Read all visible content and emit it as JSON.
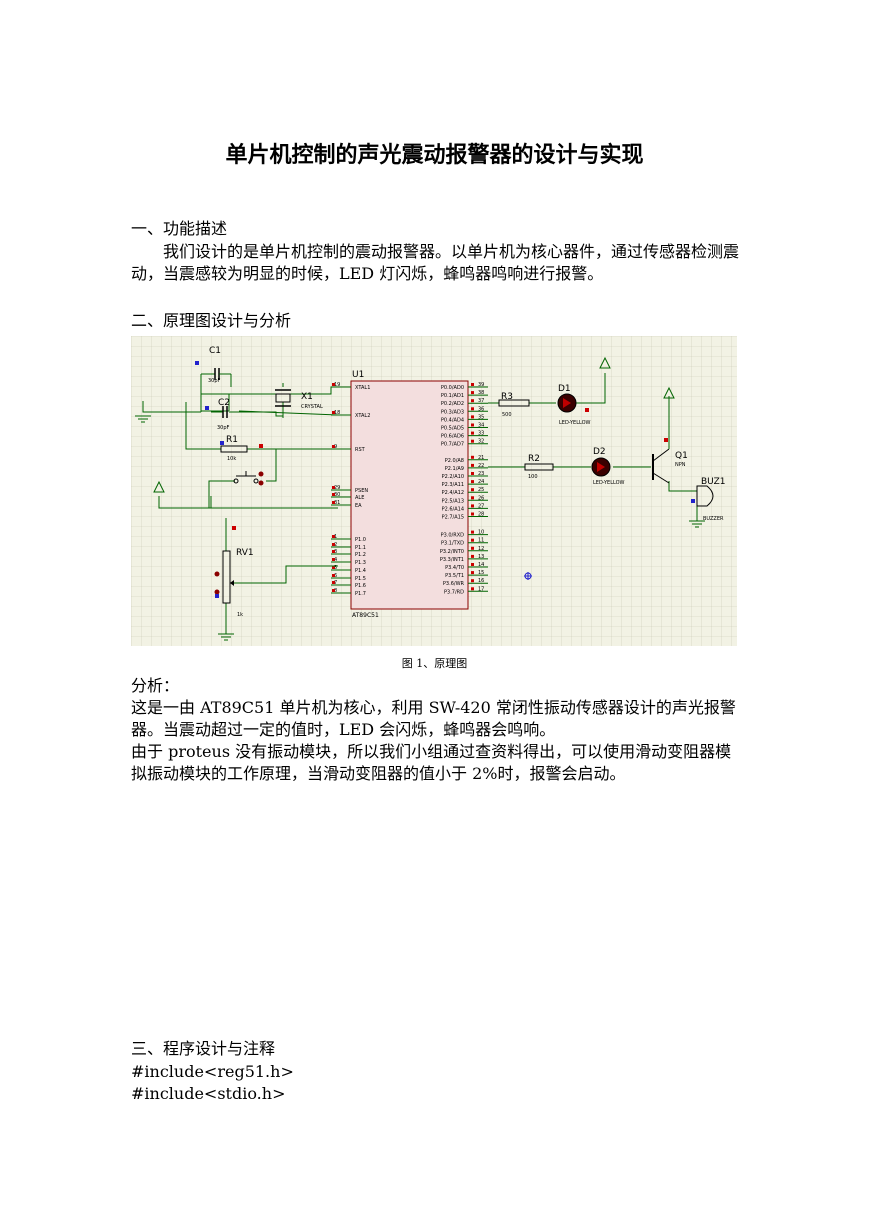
{
  "doc": {
    "title": "单片机控制的声光震动报警器的设计与实现",
    "sections": [
      {
        "heading": "一、功能描述",
        "body": "我们设计的是单片机控制的震动报警器。以单片机为核心器件，通过传感器检测震动，当震感较为明显的时候，LED 灯闪烁，蜂鸣器鸣响进行报警。"
      },
      {
        "heading": "二、原理图设计与分析"
      },
      {
        "heading": "三、程序设计与注释"
      }
    ],
    "figure_caption": "图 1、原理图",
    "analysis": {
      "label": "分析：",
      "p1": "这是一由 AT89C51 单片机为核心，利用 SW-420 常闭性振动传感器设计的声光报警器。当震动超过一定的值时，LED 会闪烁，蜂鸣器会鸣响。",
      "p2": "由于 proteus 没有振动模块，所以我们小组通过查资料得出，可以使用滑动变阻器模拟振动模块的工作原理，当滑动变阻器的值小于 2%时，报警会启动。"
    },
    "code": [
      "#include<reg51.h>",
      "#include<stdio.h>"
    ]
  },
  "schematic": {
    "grid_color": "#c8c8b4",
    "background": "#f2f2e4",
    "wire_color": "#006400",
    "ic_fill": "#f3dede",
    "ic_stroke": "#8b0000",
    "pin_color": "#cc0000",
    "ic_ref": "U1",
    "ic_part": "AT89C51",
    "left_pins": [
      {
        "num": "19",
        "name": "XTAL1"
      },
      {
        "num": "18",
        "name": "XTAL2"
      },
      {
        "num": "9",
        "name": "RST"
      },
      {
        "num": "29",
        "name": "PSEN"
      },
      {
        "num": "30",
        "name": "ALE"
      },
      {
        "num": "31",
        "name": "EA"
      },
      {
        "num": "1",
        "name": "P1.0"
      },
      {
        "num": "2",
        "name": "P1.1"
      },
      {
        "num": "3",
        "name": "P1.2"
      },
      {
        "num": "4",
        "name": "P1.3"
      },
      {
        "num": "5",
        "name": "P1.4"
      },
      {
        "num": "6",
        "name": "P1.5"
      },
      {
        "num": "7",
        "name": "P1.6"
      },
      {
        "num": "8",
        "name": "P1.7"
      }
    ],
    "right_pins": [
      {
        "num": "39",
        "name": "P0.0/AD0"
      },
      {
        "num": "38",
        "name": "P0.1/AD1"
      },
      {
        "num": "37",
        "name": "P0.2/AD2"
      },
      {
        "num": "36",
        "name": "P0.3/AD3"
      },
      {
        "num": "35",
        "name": "P0.4/AD4"
      },
      {
        "num": "34",
        "name": "P0.5/AD5"
      },
      {
        "num": "33",
        "name": "P0.6/AD6"
      },
      {
        "num": "32",
        "name": "P0.7/AD7"
      },
      {
        "num": "21",
        "name": "P2.0/A8"
      },
      {
        "num": "22",
        "name": "P2.1/A9"
      },
      {
        "num": "23",
        "name": "P2.2/A10"
      },
      {
        "num": "24",
        "name": "P2.3/A11"
      },
      {
        "num": "25",
        "name": "P2.4/A12"
      },
      {
        "num": "26",
        "name": "P2.5/A13"
      },
      {
        "num": "27",
        "name": "P2.6/A14"
      },
      {
        "num": "28",
        "name": "P2.7/A15"
      },
      {
        "num": "10",
        "name": "P3.0/RXD"
      },
      {
        "num": "11",
        "name": "P3.1/TXD"
      },
      {
        "num": "12",
        "name": "P3.2/INT0"
      },
      {
        "num": "13",
        "name": "P3.3/INT1"
      },
      {
        "num": "14",
        "name": "P3.4/T0"
      },
      {
        "num": "15",
        "name": "P3.5/T1"
      },
      {
        "num": "16",
        "name": "P3.6/WR"
      },
      {
        "num": "17",
        "name": "P3.7/RD"
      }
    ],
    "components": {
      "c1": {
        "ref": "C1",
        "value": "30pF"
      },
      "c2": {
        "ref": "C2",
        "value": "30pF"
      },
      "x1": {
        "ref": "X1",
        "value": "CRYSTAL"
      },
      "r1": {
        "ref": "R1",
        "value": "10k"
      },
      "r2": {
        "ref": "R2",
        "value": "100"
      },
      "r3": {
        "ref": "R3",
        "value": "500"
      },
      "d1": {
        "ref": "D1",
        "value": "LED-YELLOW"
      },
      "d2": {
        "ref": "D2",
        "value": "LED-YELLOW"
      },
      "q1": {
        "ref": "Q1",
        "value": "NPN"
      },
      "buz1": {
        "ref": "BUZ1",
        "value": "BUZZER"
      },
      "rv1": {
        "ref": "RV1",
        "value": "1k"
      }
    }
  }
}
